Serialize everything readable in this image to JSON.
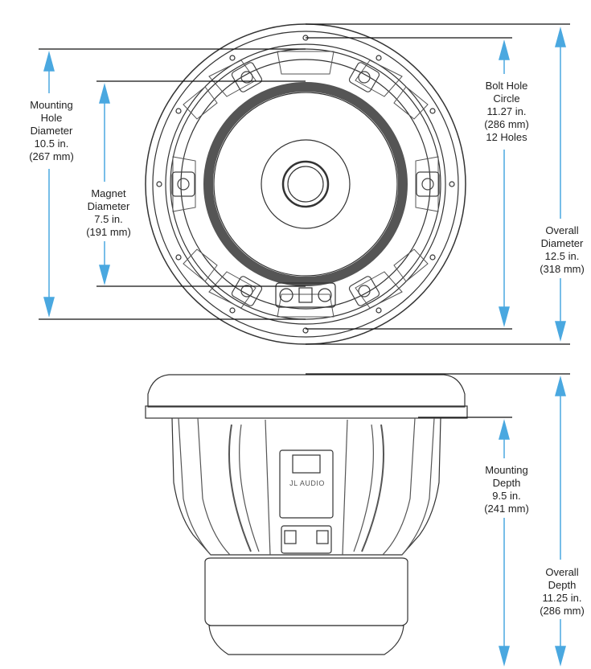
{
  "labels": {
    "mounting_hole": [
      "Mounting",
      "Hole",
      "Diameter",
      "10.5 in.",
      "(267 mm)"
    ],
    "magnet": [
      "Magnet",
      "Diameter",
      "7.5 in.",
      "(191 mm)"
    ],
    "bolt_hole": [
      "Bolt Hole",
      "Circle",
      "11.27 in.",
      "(286 mm)",
      "12 Holes"
    ],
    "overall_diameter": [
      "Overall",
      "Diameter",
      "12.5 in.",
      "(318 mm)"
    ],
    "mounting_depth": [
      "Mounting",
      "Depth",
      "9.5 in.",
      "(241 mm)"
    ],
    "overall_depth": [
      "Overall",
      "Depth",
      "11.25 in.",
      "(286 mm)"
    ]
  },
  "brand_text": "JL AUDIO",
  "colors": {
    "arrow": "#4aa8e0",
    "line": "#111111",
    "speaker_stroke": "#333333",
    "surround": "#555555"
  }
}
